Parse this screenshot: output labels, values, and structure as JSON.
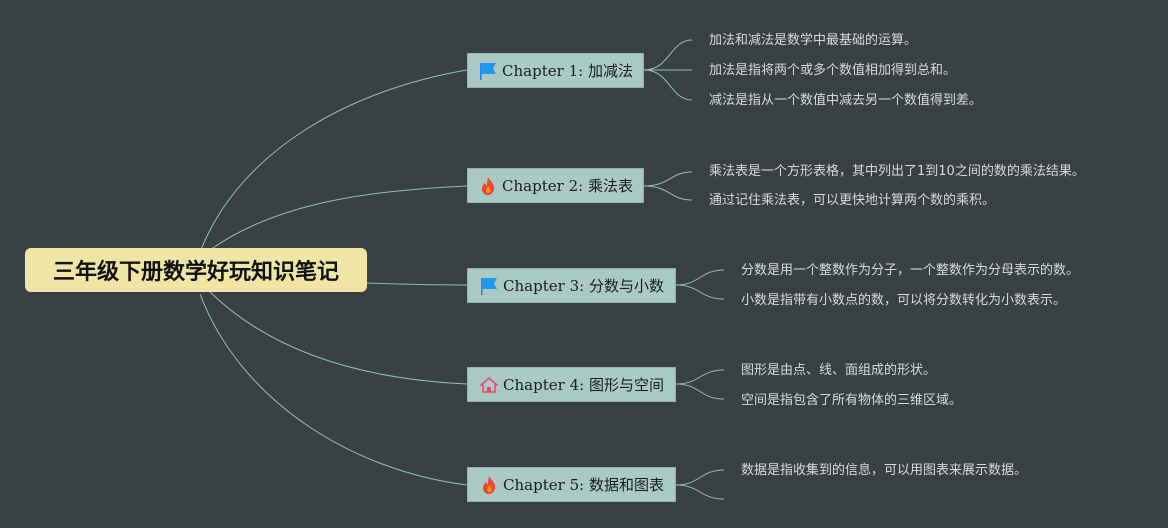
{
  "root": {
    "title": "三年级下册数学好玩知识笔记"
  },
  "chapters": [
    {
      "label": "Chapter 1: 加减法",
      "icon": "flag-icon",
      "notes": [
        "加法和减法是数学中最基础的运算。",
        "加法是指将两个或多个数值相加得到总和。",
        "减法是指从一个数值中减去另一个数值得到差。"
      ]
    },
    {
      "label": "Chapter 2: 乘法表",
      "icon": "fire-icon",
      "notes": [
        "乘法表是一个方形表格，其中列出了1到10之间的数的乘法结果。",
        "通过记住乘法表，可以更快地计算两个数的乘积。"
      ]
    },
    {
      "label": "Chapter 3: 分数与小数",
      "icon": "flag-icon",
      "notes": [
        "分数是用一个整数作为分子，一个整数作为分母表示的数。",
        "小数是指带有小数点的数，可以将分数转化为小数表示。"
      ]
    },
    {
      "label": "Chapter 4: 图形与空间",
      "icon": "house-icon",
      "notes": [
        "图形是由点、线、面组成的形状。",
        "空间是指包含了所有物体的三维区域。"
      ]
    },
    {
      "label": "Chapter 5: 数据和图表",
      "icon": "fire-icon",
      "notes": [
        "数据是指收集到的信息，可以用图表来展示数据。",
        ""
      ]
    }
  ],
  "colors": {
    "background": "#394043",
    "root": "#efe6a5",
    "chapter": "#a9cbc4",
    "line": "#8fc2b8"
  }
}
